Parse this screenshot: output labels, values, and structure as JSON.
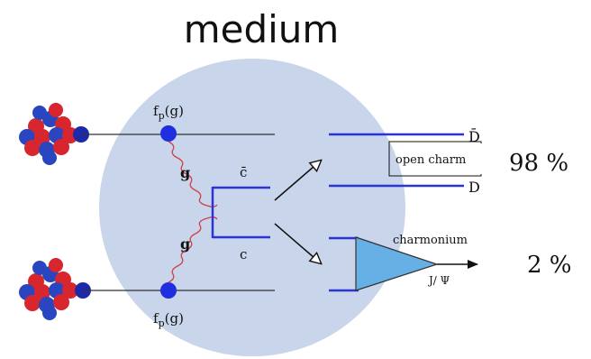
{
  "title": "medium",
  "labels": {
    "fp_top": "f",
    "fp_top_sub": "p",
    "fp_top_arg": "(g)",
    "fp_bottom": "f",
    "fp_bottom_sub": "p",
    "fp_bottom_arg": "(g)",
    "gluon_top": "g",
    "gluon_bottom": "g",
    "cbar": "c̄",
    "c": "c",
    "dbar": "D̄",
    "d": "D",
    "open_charm": "open charm",
    "charmonium": "charmonium",
    "jpsi": "J/ Ψ"
  },
  "percentages": {
    "open_charm": "98 %",
    "charmonium": "2 %"
  },
  "colors": {
    "medium": "#c9d5ea",
    "quark_line": "#2a35d8",
    "parton_dot": "#1f2fe0",
    "gluon": "#d0404a",
    "cone": "#66b0e6",
    "nucleon_red": "#d8262e",
    "nucleon_blue": "#2a45c0"
  }
}
